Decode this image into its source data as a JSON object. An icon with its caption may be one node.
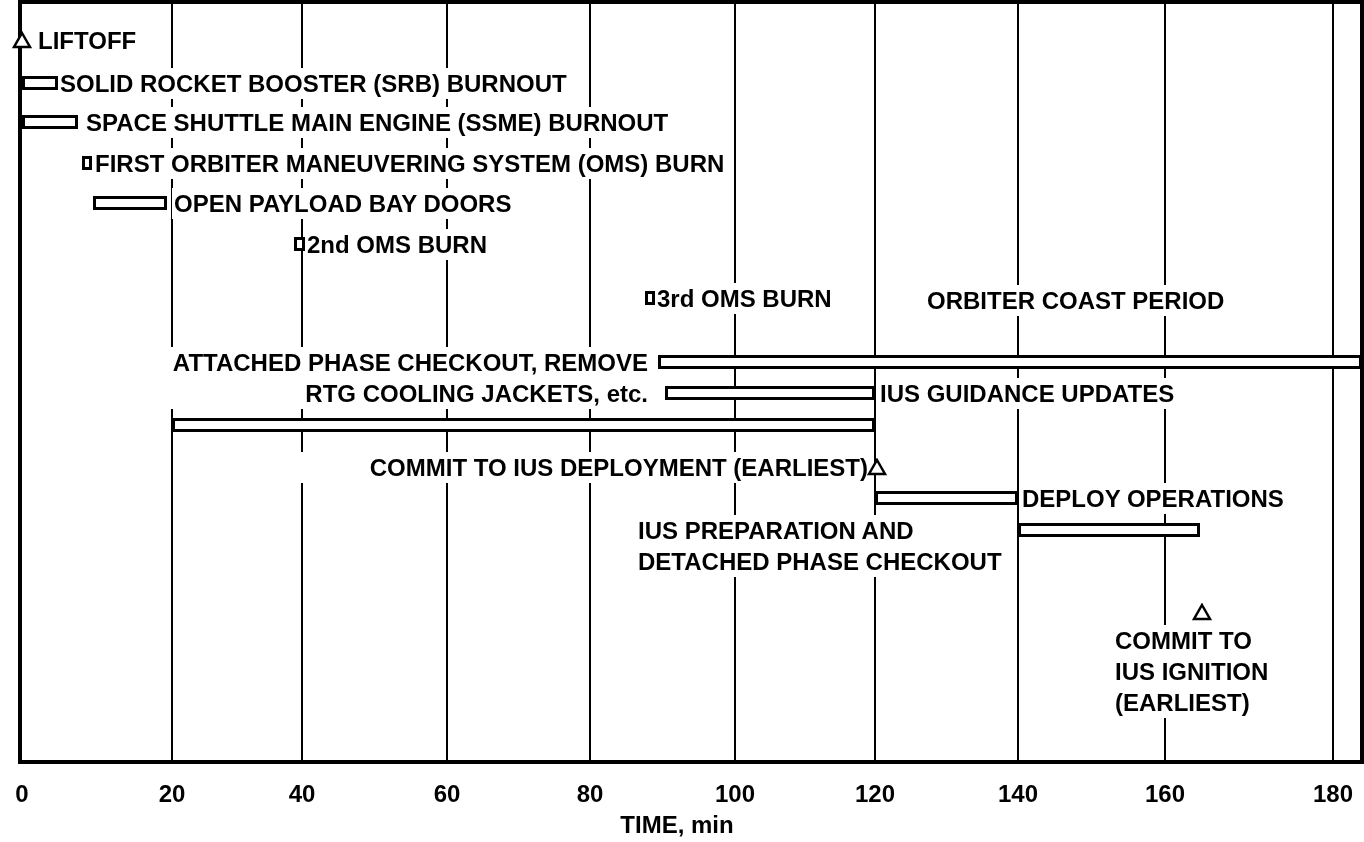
{
  "diagram": {
    "nodes": [
      {
        "text": [],
        "shape": "triangle",
        "beside": [
          "LIFTOFF"
        ]
      },
      {
        "text": [],
        "shape": "bar",
        "beside": [
          "SOLID ROCKET BOOSTER (SRB) BURNOUT"
        ]
      },
      {
        "text": [],
        "shape": "bar",
        "beside": [
          "SPACE SHUTTLE MAIN ENGINE (SSME) BURNOUT"
        ]
      },
      {
        "text": [],
        "shape": "bar",
        "beside": [
          "FIRST ORBITER MANEUVERING SYSTEM (OMS) BURN"
        ]
      },
      {
        "text": [],
        "shape": "bar",
        "beside": [
          "OPEN PAYLOAD BAY DOORS"
        ]
      },
      {
        "text": [],
        "shape": "bar",
        "beside": [
          "2nd OMS BURN"
        ]
      },
      {
        "text": [],
        "shape": "bar",
        "beside": [
          "3rd OMS BURN"
        ]
      },
      {
        "text": [],
        "shape": "bar",
        "beside": [
          "ORBITER COAST PERIOD"
        ]
      },
      {
        "text": [],
        "shape": "bar",
        "beside": [
          "IUS GUIDANCE UPDATES"
        ]
      },
      {
        "text": [],
        "shape": "bar",
        "beside": [
          "ATTACHED PHASE CHECKOUT, REMOVE RTG COOLING JACKETS, etc."
        ]
      },
      {
        "text": [],
        "shape": "triangle",
        "beside": [
          "COMMIT TO IUS DEPLOYMENT (EARLIEST)"
        ]
      },
      {
        "text": [],
        "shape": "bar",
        "beside": [
          "DEPLOY OPERATIONS"
        ]
      },
      {
        "text": [],
        "shape": "bar",
        "beside": [
          "IUS PREPARATION AND DETACHED PHASE CHECKOUT"
        ]
      },
      {
        "text": [],
        "shape": "triangle",
        "beside": [
          "COMMIT TO IUS IGNITION (EARLIEST)"
        ]
      }
    ],
    "labels": [
      "0",
      "20",
      "40",
      "60",
      "80",
      "100",
      "120",
      "140",
      "160",
      "180",
      "TIME, min"
    ]
  }
}
